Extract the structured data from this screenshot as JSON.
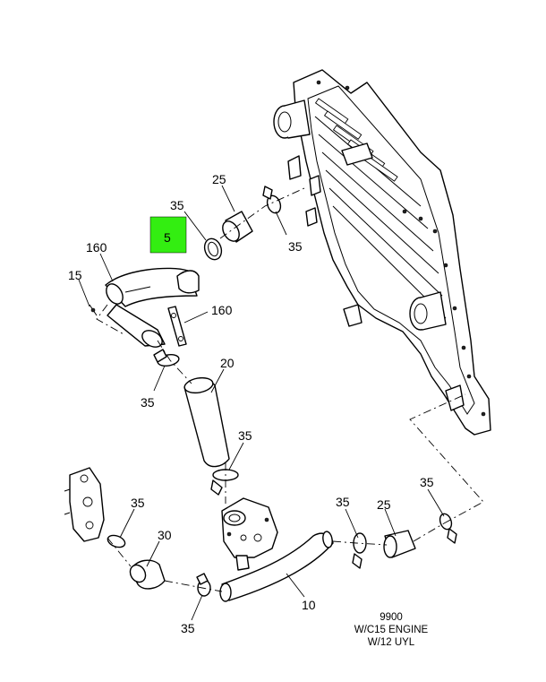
{
  "highlight_color": "#33ee11",
  "callouts": {
    "c25_top": "25",
    "c35_top_left": "35",
    "c5": "5",
    "c35_top_right": "35",
    "c160_left": "160",
    "c15": "15",
    "c160_right": "160",
    "c20": "20",
    "c35_mid_left": "35",
    "c35_mid": "35",
    "c35_low_left": "35",
    "c30": "30",
    "c35_bottom": "35",
    "c10": "10",
    "c35_low_mid": "35",
    "c25_low": "25",
    "c35_low_right": "35"
  },
  "note": {
    "line1": "9900",
    "line2": "W/C15 ENGINE",
    "line3": "W/12 UYL"
  }
}
